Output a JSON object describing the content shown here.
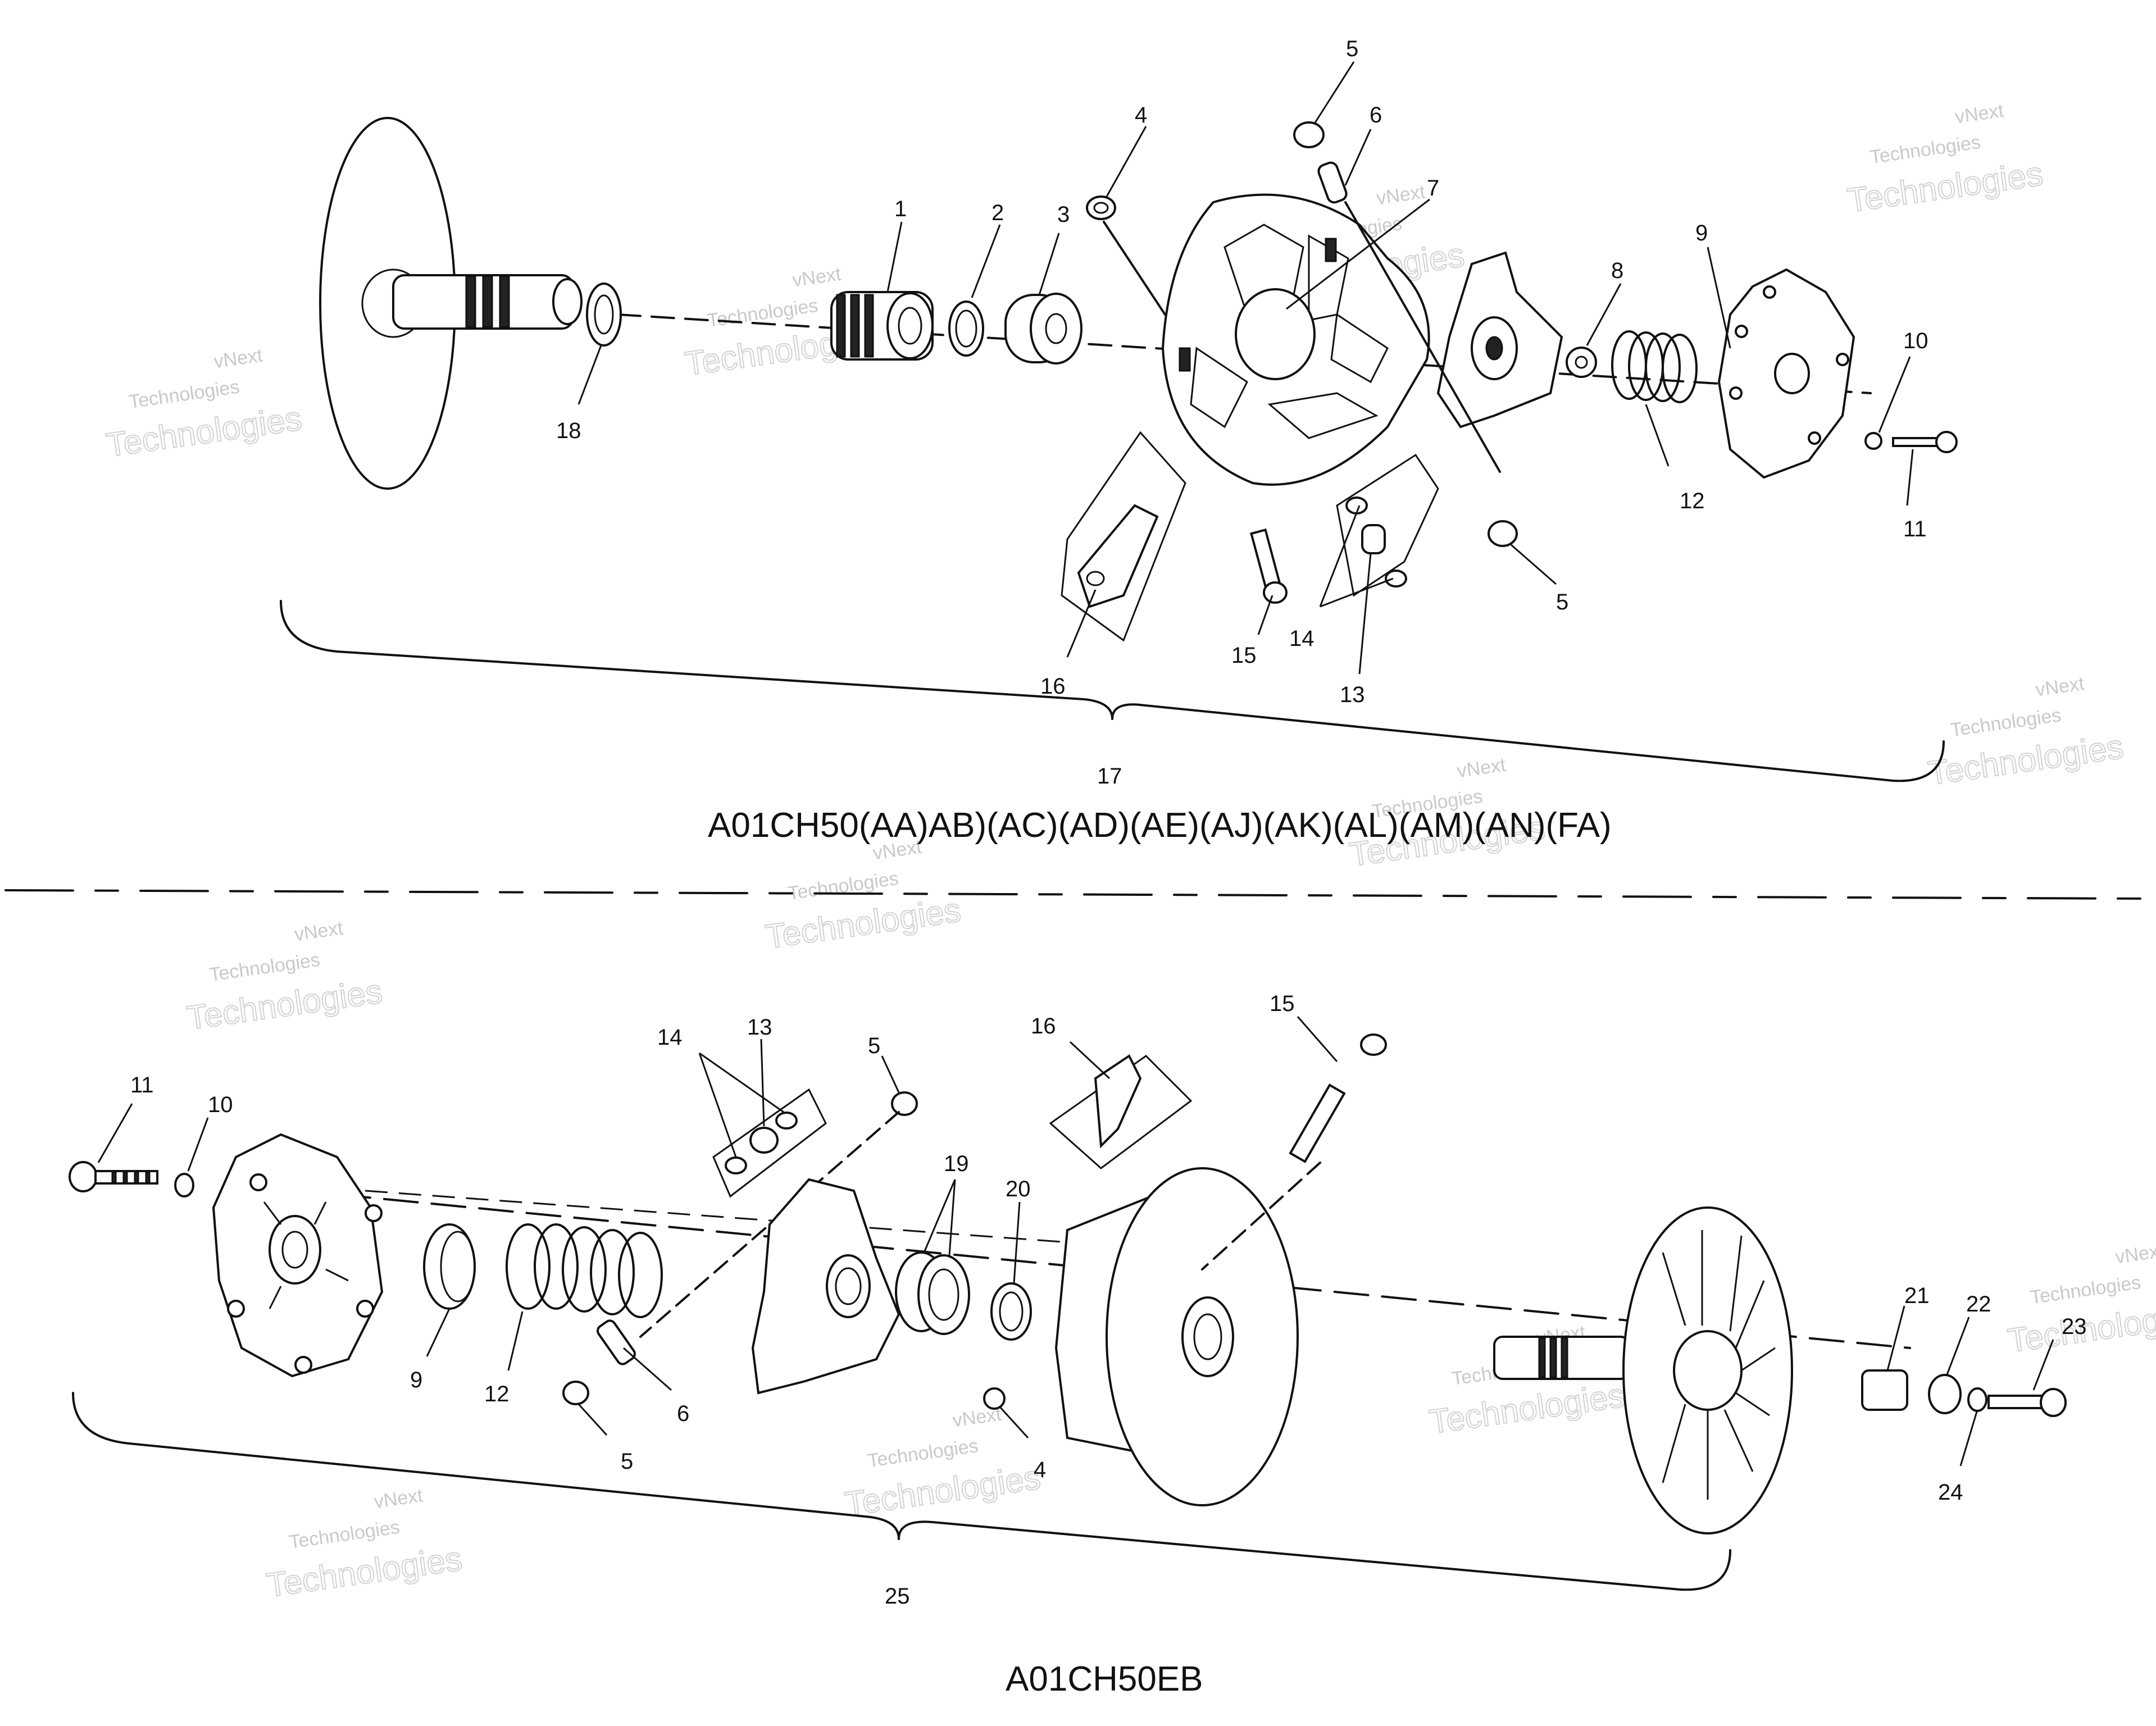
{
  "models": {
    "top": "A01CH50(AA)AB)(AC)(AD)(AE)(AJ)(AK)(AL)(AM)(AN)(FA)",
    "bottom": "A01CH50EB"
  },
  "top_callouts": [
    "1",
    "2",
    "3",
    "4",
    "5",
    "6",
    "7",
    "8",
    "9",
    "10",
    "11",
    "12",
    "5",
    "14",
    "15",
    "16",
    "13",
    "18",
    "17"
  ],
  "bottom_callouts": [
    "11",
    "10",
    "14",
    "13",
    "5",
    "16",
    "15",
    "19",
    "20",
    "9",
    "12",
    "6",
    "5",
    "4",
    "21",
    "22",
    "23",
    "24",
    "25"
  ],
  "watermark": {
    "line1": "vNext",
    "line2": "Technologies",
    "big": "Technologies"
  }
}
